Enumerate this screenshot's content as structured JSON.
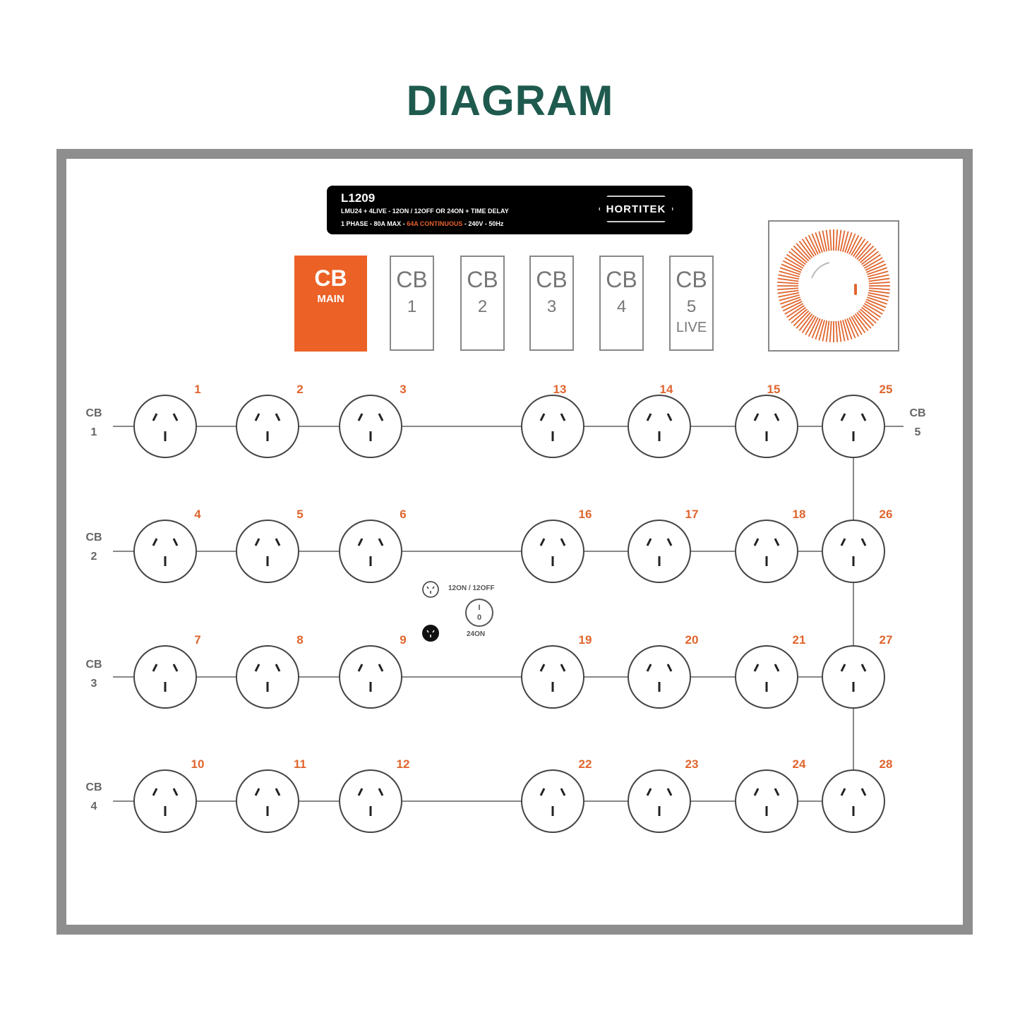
{
  "title": "DIAGRAM",
  "label": {
    "model": "L1209",
    "line1": "LMU24 + 4LIVE - 12ON / 12OFF OR 24ON + TIME DELAY",
    "line2_a": "1 PHASE - 80A MAX - ",
    "line2_b": "64A CONTINUOUS",
    "line2_c": " - 240V - 50Hz",
    "brand": "HORTITEK"
  },
  "breakers": {
    "main": {
      "title": "CB",
      "sub": "MAIN"
    },
    "items": [
      {
        "title": "CB",
        "num": "1",
        "sub": ""
      },
      {
        "title": "CB",
        "num": "2",
        "sub": ""
      },
      {
        "title": "CB",
        "num": "3",
        "sub": ""
      },
      {
        "title": "CB",
        "num": "4",
        "sub": ""
      },
      {
        "title": "CB",
        "num": "5",
        "sub": "LIVE"
      }
    ]
  },
  "row_labels": [
    {
      "title": "CB",
      "num": "1"
    },
    {
      "title": "CB",
      "num": "2"
    },
    {
      "title": "CB",
      "num": "3"
    },
    {
      "title": "CB",
      "num": "4"
    },
    {
      "title": "CB",
      "num": "5"
    }
  ],
  "switch": {
    "mode1": "12ON / 12OFF",
    "mode2": "24ON",
    "pos_top": "I",
    "pos_bottom": "0"
  },
  "outlets": [
    [
      "1",
      "2",
      "3",
      "13",
      "14",
      "15",
      "25"
    ],
    [
      "4",
      "5",
      "6",
      "16",
      "17",
      "18",
      "26"
    ],
    [
      "7",
      "8",
      "9",
      "19",
      "20",
      "21",
      "27"
    ],
    [
      "10",
      "11",
      "12",
      "22",
      "23",
      "24",
      "28"
    ]
  ],
  "colors": {
    "accent": "#ec6126",
    "title": "#1f5a4e",
    "frame": "#8e8e8e"
  }
}
